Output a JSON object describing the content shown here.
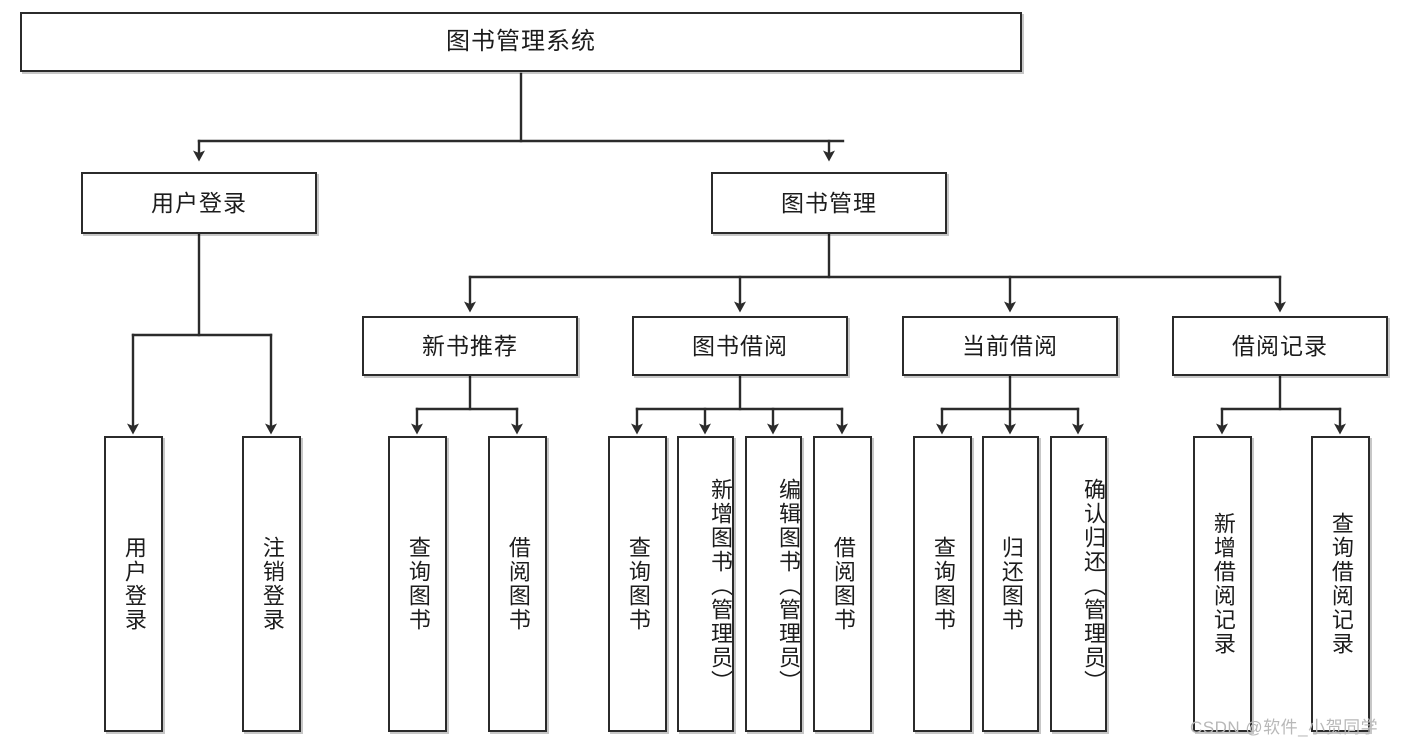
{
  "diagram": {
    "type": "tree-hierarchy",
    "title": "图书管理系统",
    "root": {
      "label": "图书管理系统"
    },
    "level2": [
      {
        "key": "user-login",
        "label": "用户登录"
      },
      {
        "key": "book-manage",
        "label": "图书管理"
      }
    ],
    "level3": [
      {
        "key": "new-book-recommend",
        "label": "新书推荐"
      },
      {
        "key": "book-borrow",
        "label": "图书借阅"
      },
      {
        "key": "current-borrow",
        "label": "当前借阅"
      },
      {
        "key": "borrow-record",
        "label": "借阅记录"
      }
    ],
    "leaves": [
      {
        "key": "leaf-user-login",
        "label": "用户登录"
      },
      {
        "key": "leaf-logout",
        "label": "注销登录"
      },
      {
        "key": "leaf-query-book-1",
        "label": "查询图书"
      },
      {
        "key": "leaf-borrow-book-1",
        "label": "借阅图书"
      },
      {
        "key": "leaf-query-book-2",
        "label": "查询图书"
      },
      {
        "key": "leaf-add-book",
        "label": "新增图书（管理员）"
      },
      {
        "key": "leaf-edit-book",
        "label": "编辑图书（管理员）"
      },
      {
        "key": "leaf-borrow-book-2",
        "label": "借阅图书"
      },
      {
        "key": "leaf-query-book-3",
        "label": "查询图书"
      },
      {
        "key": "leaf-return-book",
        "label": "归还图书"
      },
      {
        "key": "leaf-confirm-return",
        "label": "确认归还（管理员）"
      },
      {
        "key": "leaf-add-record",
        "label": "新增借阅记录"
      },
      {
        "key": "leaf-query-record",
        "label": "查询借阅记录"
      }
    ],
    "colors": {
      "box_border": "#2b2b2b",
      "box_fill": "#ffffff",
      "line": "#2b2b2b",
      "text": "#1c1c1c",
      "watermark": "#b8b8b8"
    }
  },
  "watermark": {
    "text": "CSDN @软件_小贺同学"
  }
}
